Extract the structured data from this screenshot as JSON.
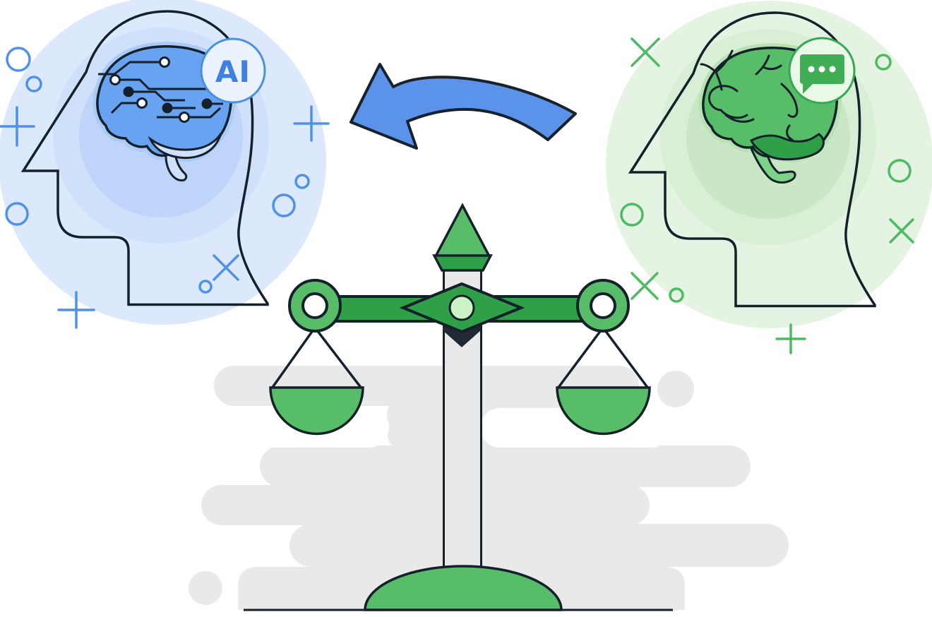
{
  "illustration": {
    "title": "AI and human mind balance illustration",
    "ai_badge_label": "AI",
    "left_head": {
      "kind": "ai-circuit-brain-head",
      "badge": "AI"
    },
    "right_head": {
      "kind": "human-brain-head",
      "badge": "speech-bubble"
    },
    "arrow_direction": "right-to-left",
    "colors": {
      "blue_accent": "#4f90e8",
      "blue_badge_border": "#4a90e2",
      "blue_badge_text": "#3f7fe0",
      "blue_brain": "#68a3f1",
      "blue_brain_light": "#cfe1fa",
      "blue_backdrop_outer": "#dce9fc",
      "blue_backdrop_mid": "#cfe0fb",
      "blue_backdrop_inner": "#bed5f9",
      "arrow_blue": "#5b93ea",
      "green_accent": "#4cbb61",
      "green_brain": "#58bd68",
      "green_brain_dark": "#2fa047",
      "green_brain_stem": "#7cd286",
      "green_backdrop_outer": "#e4f3e2",
      "green_backdrop_mid": "#d8efd6",
      "green_backdrop_inner": "#c9e7c5",
      "scale_green_mid": "#2fa047",
      "scale_green_light": "#58bd68",
      "scale_center_pale": "#ccf3c6",
      "cloud_gray": "#e9e9e9",
      "column_gray": "#e9e9e9",
      "outline_dark": "#15202b",
      "shadow_dark": "#1f2a33"
    }
  }
}
